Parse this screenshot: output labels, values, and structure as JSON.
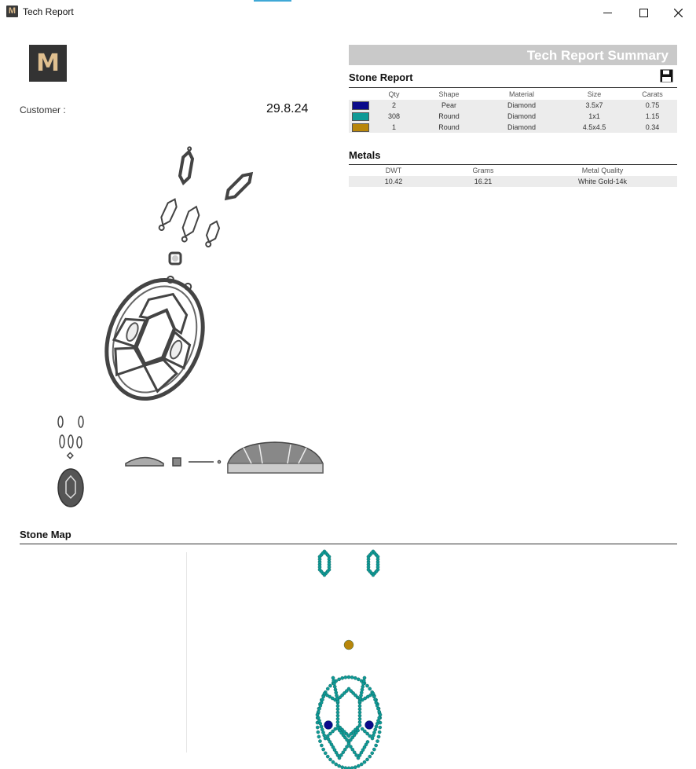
{
  "window": {
    "title": "Tech Report",
    "app_icon_letter": "M"
  },
  "header": {
    "logo_letter": "M",
    "customer_label": "Customer :",
    "date": "29.8.24"
  },
  "summary": {
    "banner": "Tech Report Summary"
  },
  "stone_report": {
    "title": "Stone Report",
    "columns": [
      "Qty",
      "Shape",
      "Material",
      "Size",
      "Carats"
    ],
    "rows": [
      {
        "color": "#0a0a8a",
        "qty": "2",
        "shape": "Pear",
        "material": "Diamond",
        "size": "3.5x7",
        "carats": "0.75"
      },
      {
        "color": "#0f9a96",
        "qty": "308",
        "shape": "Round",
        "material": "Diamond",
        "size": "1x1",
        "carats": "1.15"
      },
      {
        "color": "#b8860b",
        "qty": "1",
        "shape": "Round",
        "material": "Diamond",
        "size": "4.5x4.5",
        "carats": "0.34"
      }
    ]
  },
  "metals": {
    "title": "Metals",
    "columns": [
      "DWT",
      "Grams",
      "Metal Quality"
    ],
    "rows": [
      {
        "dwt": "10.42",
        "grams": "16.21",
        "quality": "White Gold-14k"
      }
    ]
  },
  "stone_map": {
    "title": "Stone Map",
    "teal_color": "#0f9a96",
    "blue_color": "#0a0a8a",
    "gold_color": "#b8860b"
  }
}
